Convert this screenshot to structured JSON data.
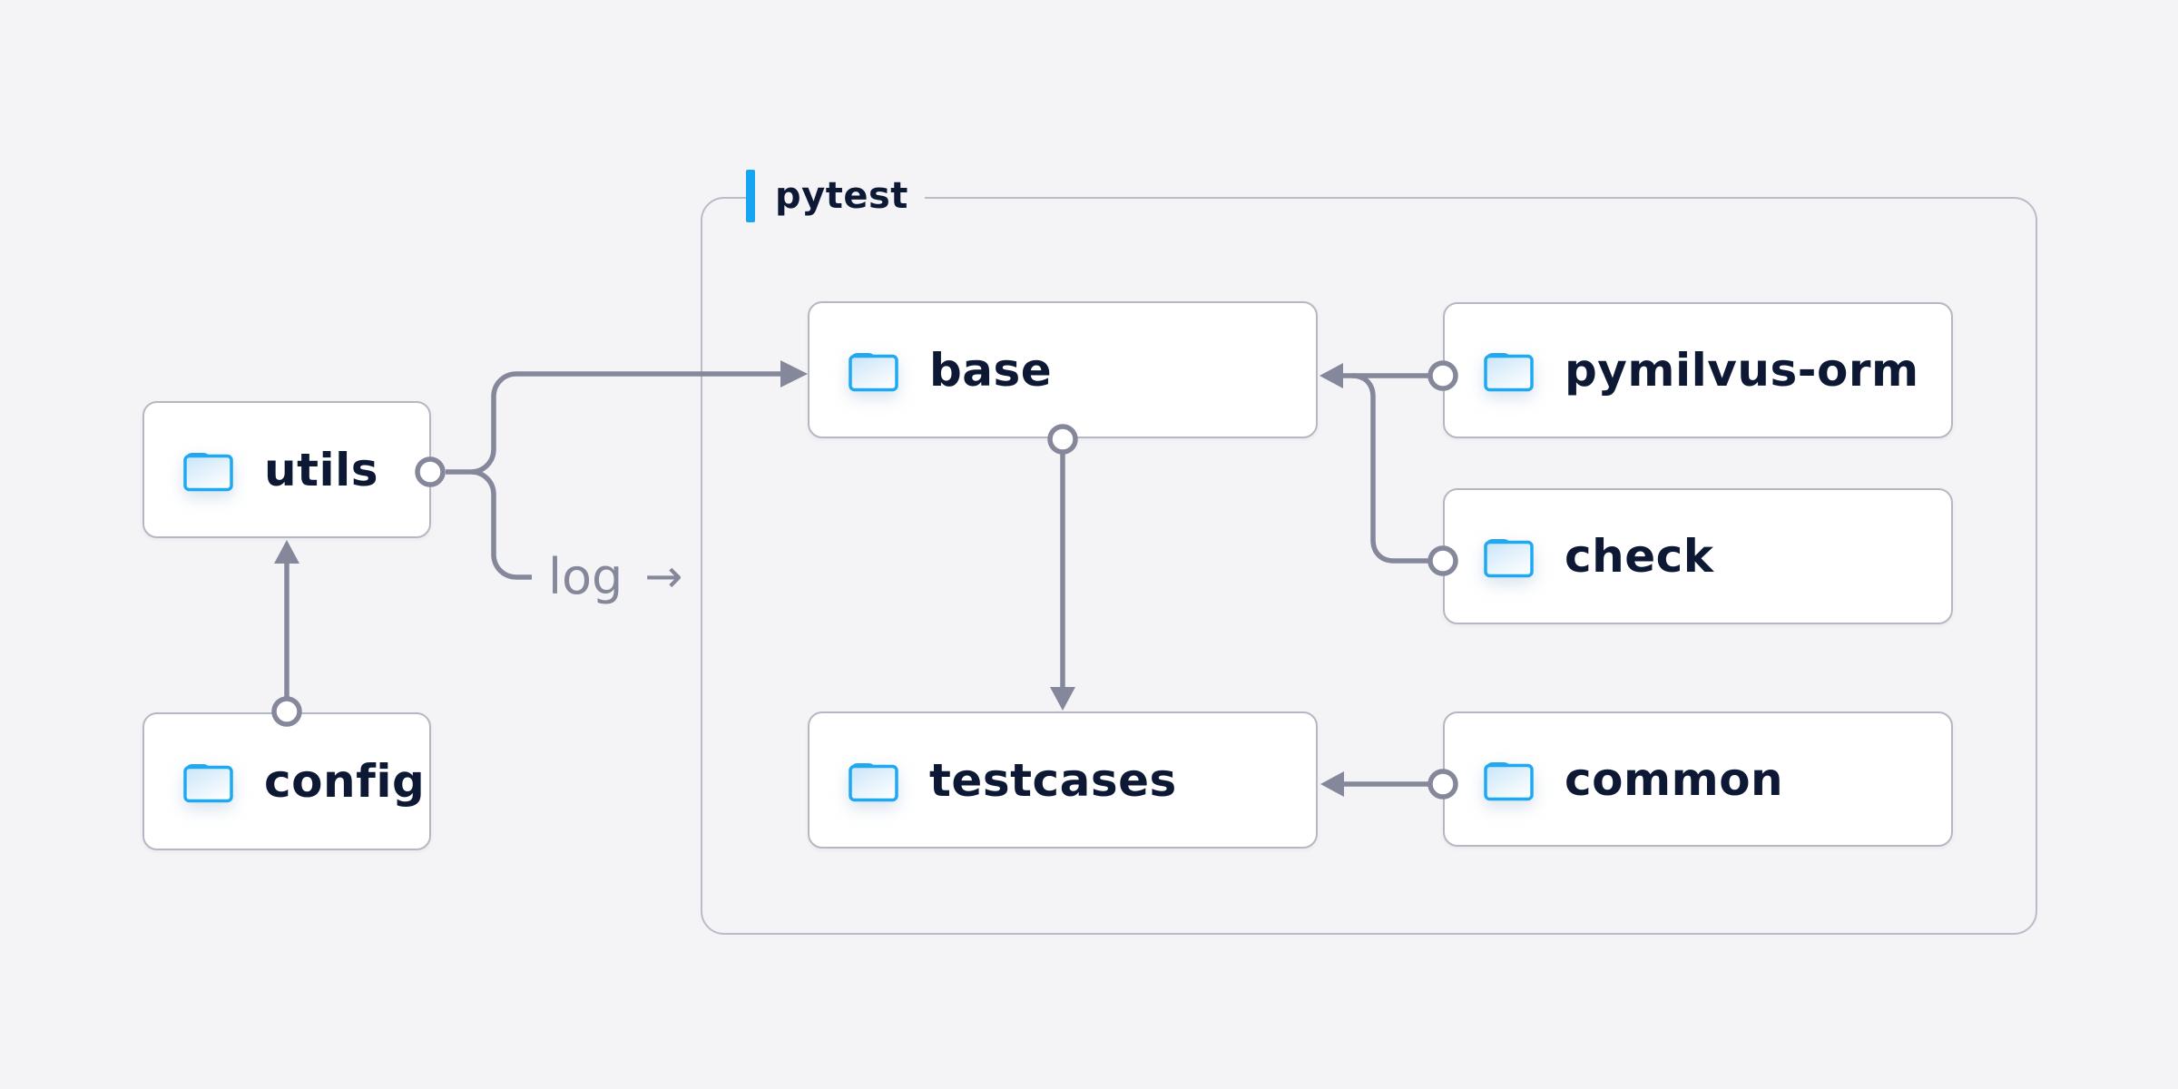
{
  "diagram": {
    "group": {
      "label": "pytest"
    },
    "log_edge_label": {
      "text": "log",
      "arrow_glyph": "→"
    },
    "nodes": [
      {
        "id": "utils",
        "label": "utils",
        "icon": "folder-icon"
      },
      {
        "id": "config",
        "label": "config",
        "icon": "folder-icon"
      },
      {
        "id": "base",
        "label": "base",
        "icon": "folder-icon"
      },
      {
        "id": "pymilvus-orm",
        "label": "pymilvus-orm",
        "icon": "folder-icon"
      },
      {
        "id": "check",
        "label": "check",
        "icon": "folder-icon"
      },
      {
        "id": "testcases",
        "label": "testcases",
        "icon": "folder-icon"
      },
      {
        "id": "common",
        "label": "common",
        "icon": "folder-icon"
      }
    ],
    "edges": [
      {
        "from": "config",
        "to": "utils"
      },
      {
        "from": "utils",
        "to": "base"
      },
      {
        "from": "utils",
        "to": "log"
      },
      {
        "from": "base",
        "to": "testcases"
      },
      {
        "from": "pymilvus-orm",
        "to": "base"
      },
      {
        "from": "check",
        "to": "base"
      },
      {
        "from": "common",
        "to": "testcases"
      }
    ],
    "colors": {
      "background": "#f4f4f6",
      "accent_blue": "#17a5f1",
      "connector_gray": "#84889a",
      "text_navy": "#0d1934",
      "node_border": "#b5b8c4",
      "group_border": "#b9bcc9",
      "folder_blue": "#1ea9f2"
    }
  }
}
